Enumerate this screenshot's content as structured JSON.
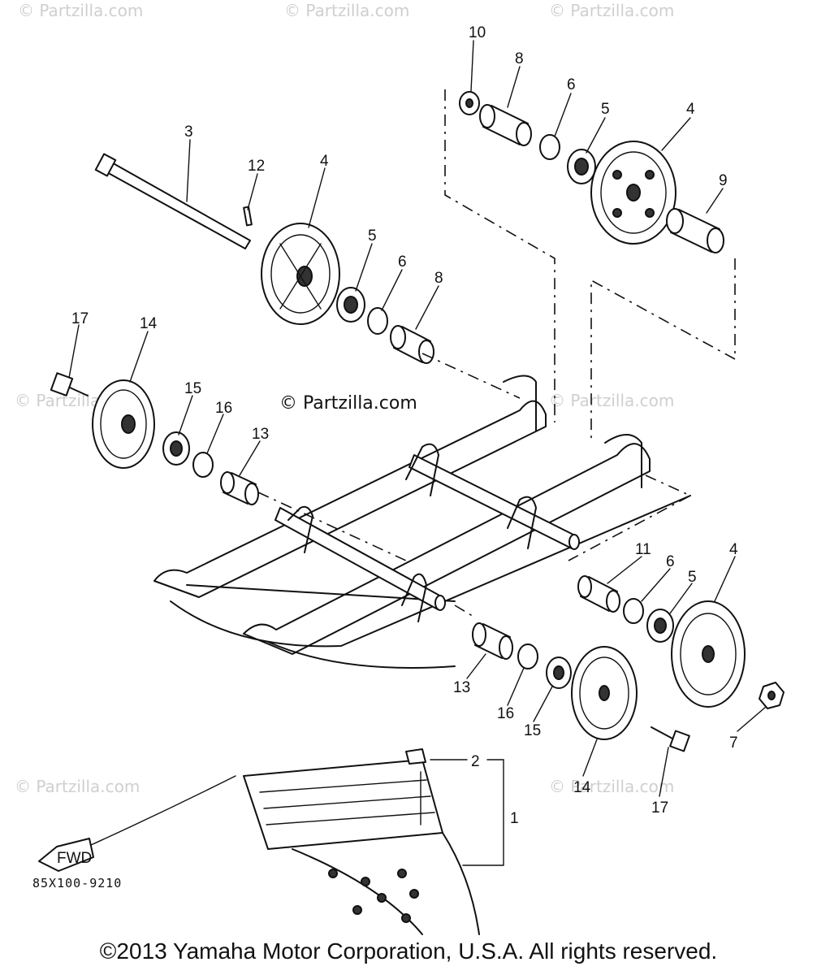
{
  "watermark": "© Partzilla.com",
  "center_watermark": "© Partzilla.com",
  "diagram_code": "85X100-9210",
  "fwd_label": "FWD",
  "copyright": "©2013 Yamaha Motor Corporation, U.S.A. All rights reserved.",
  "callouts": [
    "1",
    "2",
    "3",
    "4",
    "4",
    "4",
    "5",
    "5",
    "5",
    "6",
    "6",
    "6",
    "7",
    "8",
    "8",
    "9",
    "10",
    "11",
    "12",
    "13",
    "13",
    "14",
    "14",
    "15",
    "15",
    "16",
    "16",
    "17",
    "17"
  ]
}
